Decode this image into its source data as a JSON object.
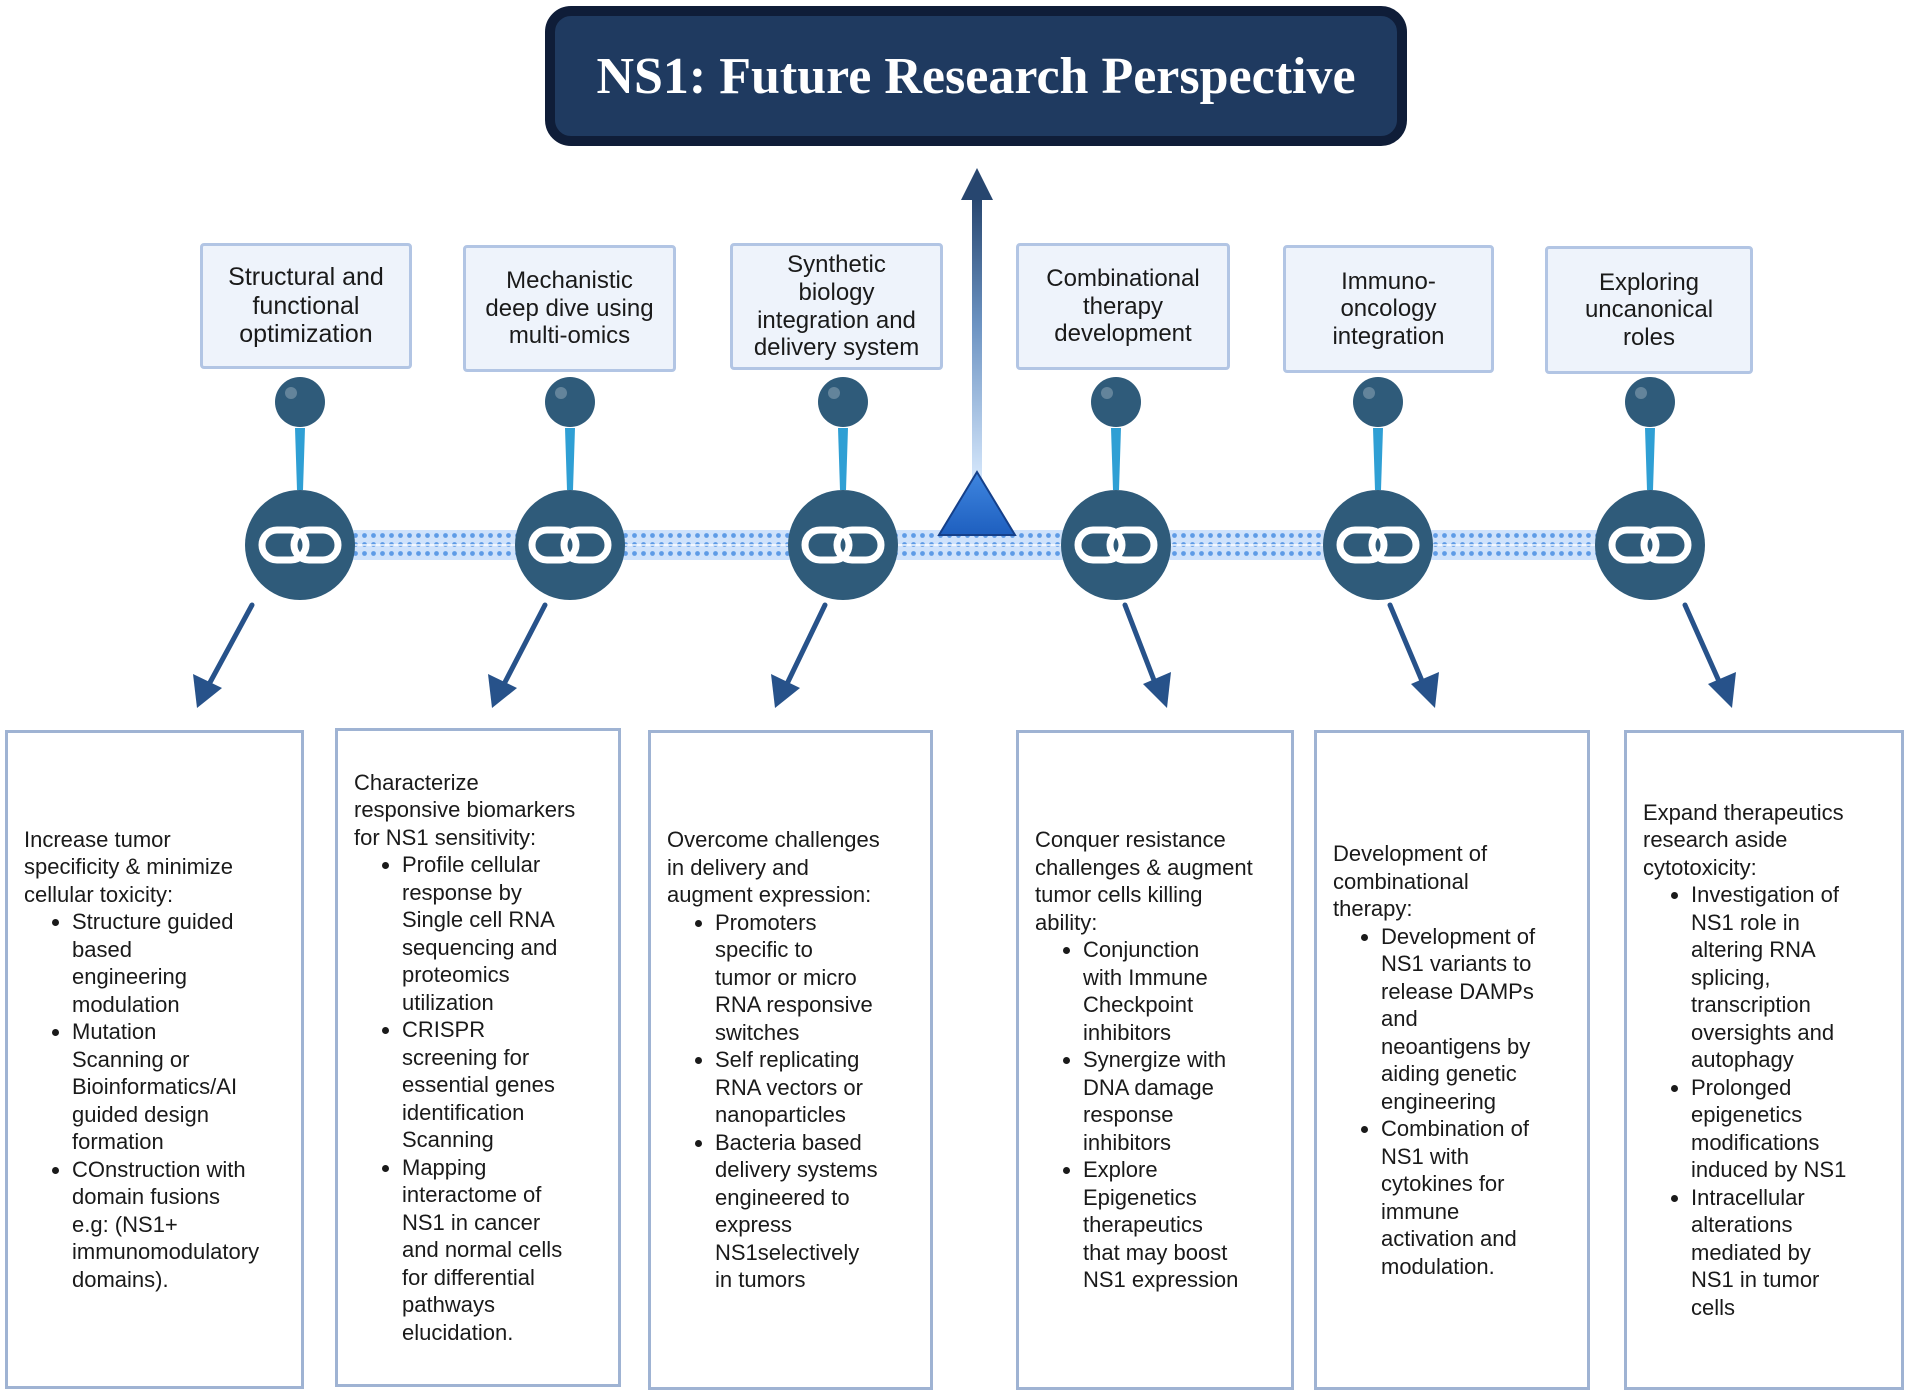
{
  "title": "NS1: Future Research Perspective",
  "colors": {
    "title_fill": "#1f3a60",
    "title_border": "#0f1d38",
    "node": "#2f5b7a",
    "connector": "#2f9fd4",
    "timeline_band": "#cfe2fb",
    "timeline_dots": "#5e9be6",
    "arrow": "#27528a",
    "triangle": "#2d74d4",
    "label_fill": "#eef3fb",
    "label_border": "#b2c5e4",
    "box_border": "#9fb3d3"
  },
  "icons": {
    "node": "chain-link-icon",
    "pin": "pin-ball-icon"
  },
  "columns": [
    {
      "label": "Structural and\nfunctional\noptimization",
      "intro": "Increase tumor\nspecificity &  minimize\ncellular toxicity:",
      "bullets": [
        "Structure guided\nbased\nengineering\nmodulation",
        "Mutation\nScanning or\nBioinformatics/AI\nguided design\nformation",
        "COnstruction with\ndomain fusions\ne.g:  (NS1+\nimmunomodulatory\ndomains)."
      ]
    },
    {
      "label": "Mechanistic\ndeep dive using\nmulti-omics",
      "intro": "Characterize\nresponsive biomarkers\nfor NS1 sensitivity:",
      "bullets": [
        "Profile cellular\nresponse by\nSingle cell RNA\nsequencing and\nproteomics\nutilization",
        "CRISPR\nscreening for\nessential genes\nidentification\nScanning",
        "Mapping\ninteractome of\nNS1  in cancer\nand normal cells\nfor differential\npathways\nelucidation."
      ]
    },
    {
      "label": "Synthetic\nbiology\nintegration and\ndelivery system",
      "intro": " Overcome challenges\nin delivery  and\naugment expression:",
      "bullets": [
        "Promoters\nspecific to\ntumor  or micro\nRNA responsive\nswitches",
        "Self replicating\nRNA vectors or\nnanoparticles",
        "Bacteria based\ndelivery systems\nengineered to\nexpress\nNS1selectively\nin tumors"
      ]
    },
    {
      "label": "Combinational\ntherapy\ndevelopment",
      "intro": " Conquer resistance\nchallenges & augment\ntumor cells killing\nability:",
      "bullets": [
        "Conjunction\nwith Immune\nCheckpoint\ninhibitors",
        "Synergize with\nDNA damage\nresponse\ninhibitors",
        "Explore\nEpigenetics\ntherapeutics\nthat may boost\nNS1 expression"
      ]
    },
    {
      "label": "Immuno-\noncology\nintegration",
      "intro": " Development of\ncombinational\ntherapy:",
      "bullets": [
        "Development of\nNS1 variants to\nrelease DAMPs\nand\nneoantigens by\naiding genetic\nengineering",
        "Combination of\nNS1 with\ncytokines for\nimmune\nactivation and\nmodulation."
      ]
    },
    {
      "label": "Exploring\nuncanonical\nroles",
      "intro": "Expand therapeutics\nresearch aside\ncytotoxicity:",
      "bullets": [
        "Investigation of\nNS1 role in\naltering  RNA\nsplicing,\ntranscription\noversights and\nautophagy",
        "Prolonged\nepigenetics\nmodifications\ninduced by NS1",
        "Intracellular\nalterations\nmediated by\nNS1 in tumor\ncells"
      ]
    }
  ]
}
